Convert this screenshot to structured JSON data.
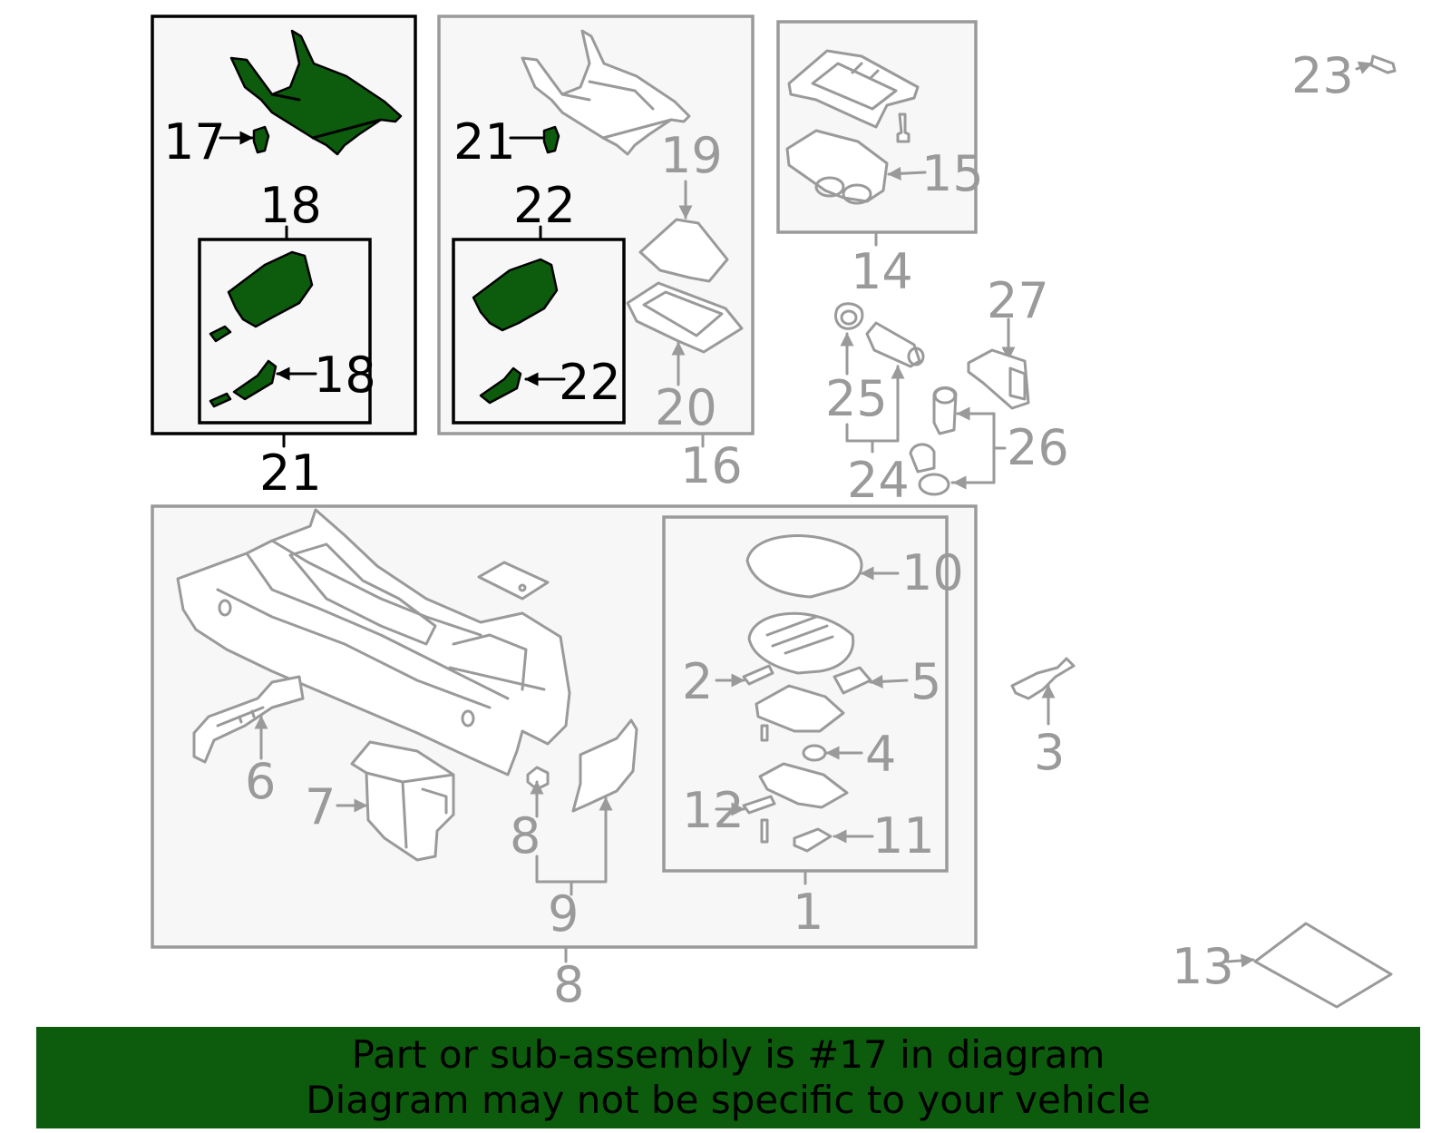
{
  "diagram": {
    "highlight_color": "#0d5c0d",
    "line_color": "#9a9a9a",
    "callouts": [
      {
        "id": "17",
        "highlighted": true
      },
      {
        "id": "18",
        "highlighted": true
      },
      {
        "id": "18",
        "highlighted": false
      },
      {
        "id": "21",
        "highlighted": true
      },
      {
        "id": "21",
        "highlighted": false
      },
      {
        "id": "22",
        "highlighted": true
      },
      {
        "id": "22",
        "highlighted": false
      },
      {
        "id": "19",
        "highlighted": false
      },
      {
        "id": "20",
        "highlighted": false
      },
      {
        "id": "16",
        "highlighted": false
      },
      {
        "id": "15",
        "highlighted": false
      },
      {
        "id": "14",
        "highlighted": false
      },
      {
        "id": "23",
        "highlighted": false
      },
      {
        "id": "27",
        "highlighted": false
      },
      {
        "id": "25",
        "highlighted": false
      },
      {
        "id": "24",
        "highlighted": false
      },
      {
        "id": "26",
        "highlighted": false
      },
      {
        "id": "6",
        "highlighted": false
      },
      {
        "id": "7",
        "highlighted": false
      },
      {
        "id": "8",
        "highlighted": false
      },
      {
        "id": "9",
        "highlighted": false
      },
      {
        "id": "8",
        "highlighted": false
      },
      {
        "id": "10",
        "highlighted": false
      },
      {
        "id": "5",
        "highlighted": false
      },
      {
        "id": "2",
        "highlighted": false
      },
      {
        "id": "4",
        "highlighted": false
      },
      {
        "id": "12",
        "highlighted": false
      },
      {
        "id": "11",
        "highlighted": false
      },
      {
        "id": "1",
        "highlighted": false
      },
      {
        "id": "3",
        "highlighted": false
      },
      {
        "id": "13",
        "highlighted": false
      }
    ]
  },
  "banner": {
    "color": "#0d5c0d",
    "line1": "Part or sub-assembly is #17 in diagram",
    "line2": "Diagram may not be specific to your vehicle"
  }
}
